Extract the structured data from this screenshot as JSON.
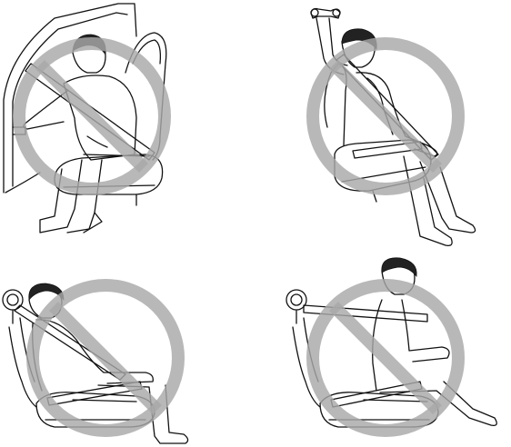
{
  "panels": [
    {
      "name": "panel-top-left",
      "prohibited": true
    },
    {
      "name": "panel-top-right",
      "prohibited": true
    },
    {
      "name": "panel-bottom-left",
      "prohibited": true
    },
    {
      "name": "panel-bottom-right",
      "prohibited": true
    }
  ],
  "prohibition_sign": {
    "stroke": "#a8a8a8",
    "fill": "none",
    "opacity": 0.82
  },
  "line_color": "#111111"
}
